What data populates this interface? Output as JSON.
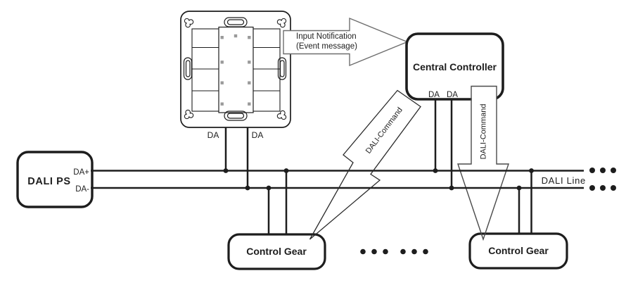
{
  "diagram": {
    "title_hint": "DALI system wiring diagram",
    "wall_switch": {
      "da_left": "DA",
      "da_right": "DA"
    },
    "input_arrow": {
      "line1": "Input Notification",
      "line2": "(Event message)"
    },
    "central_controller": {
      "title": "Central Controller",
      "da_left": "DA",
      "da_right": "DA"
    },
    "dali_ps": {
      "title": "DALI PS",
      "da_plus": "DA+",
      "da_minus": "DA-"
    },
    "bus": {
      "label": "DALI Line"
    },
    "control_gear_left": {
      "title": "Control Gear"
    },
    "control_gear_right": {
      "title": "Control Gear"
    },
    "dali_command_diagonal": {
      "label": "DALI-Command"
    },
    "dali_command_vertical": {
      "label": "DALI-Command"
    },
    "colors": {
      "line": "#1d1d1d",
      "thin_line": "#2b2b2b",
      "gray_accent": "#9a9a9a",
      "background": "#ffffff"
    }
  }
}
